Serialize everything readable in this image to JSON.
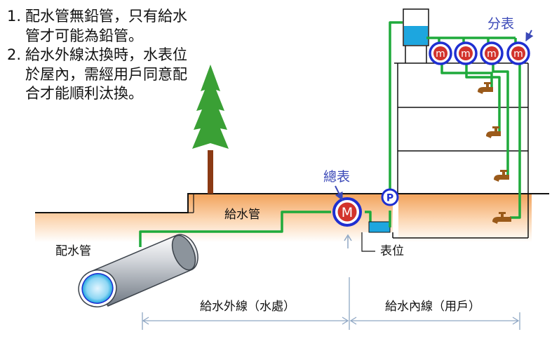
{
  "notes": [
    {
      "number": "1.",
      "text": "配水管無鉛管，只有給水管才可能為鉛管。"
    },
    {
      "number": "2.",
      "text": "給水外線汰換時，水表位於屋內，需經用戶同意配合才能順利汰換。"
    }
  ],
  "labels": {
    "distribution_main": "配水管",
    "service_pipe": "給水管",
    "master_meter": "總表",
    "master_meter_symbol": "M",
    "sub_meters": "分表",
    "sub_meter_symbol": "m",
    "pump_symbol": "P",
    "meter_position": "表位",
    "outer_line": "給水外線（水處）",
    "inner_line": "給水內線（用戶）"
  },
  "colors": {
    "pipe_green": "#1faa3b",
    "meter_blue": "#1f2fd1",
    "meter_red": "#d2332c",
    "soil": "#f2a25a",
    "callout_blue": "#3b49b8",
    "tank_blue": "#1da6df",
    "tree_green": "#3aa035",
    "dimension_line": "#8fa7c4"
  },
  "icons": [
    "tree-icon",
    "faucet-icon",
    "water-tank-icon",
    "meter-icon",
    "pump-icon"
  ]
}
